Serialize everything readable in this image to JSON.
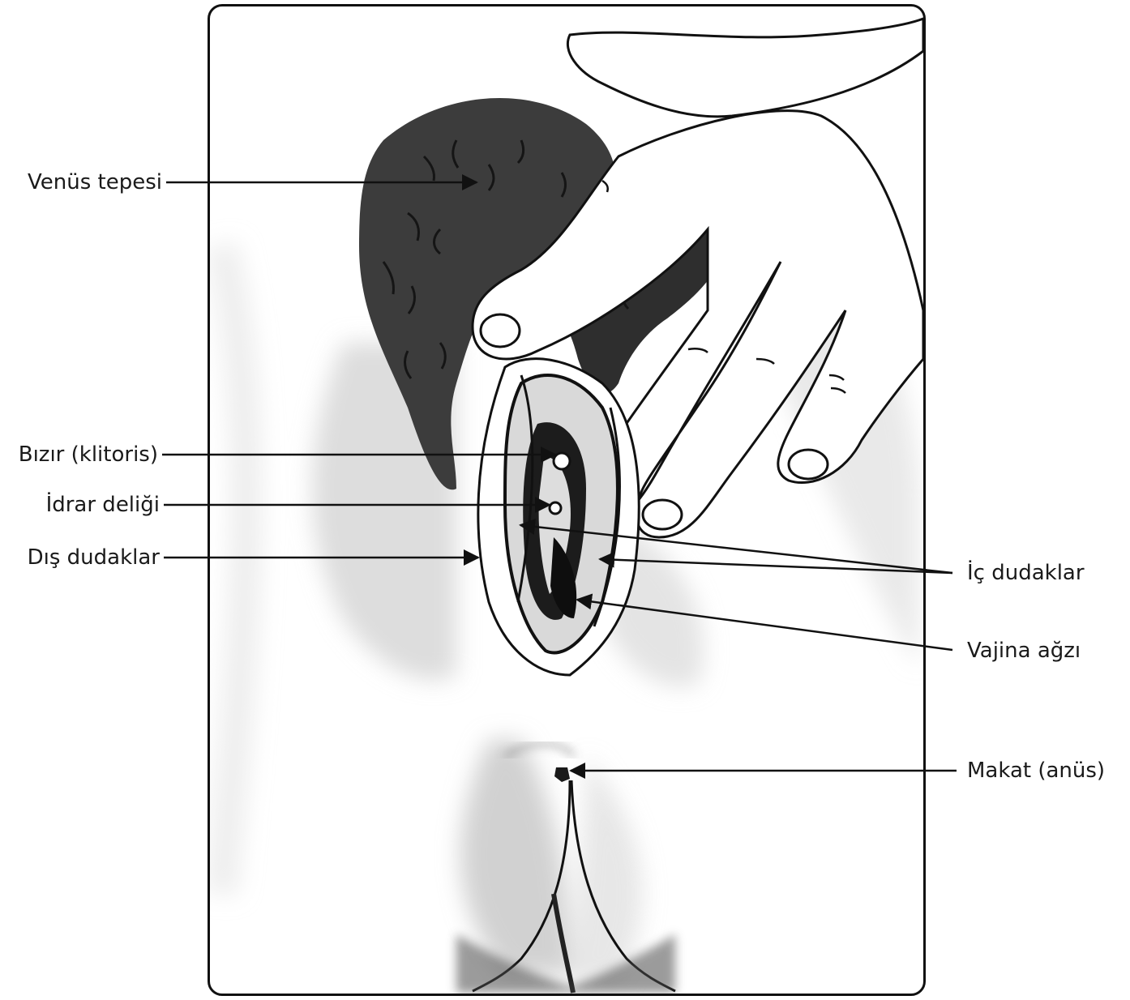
{
  "labels": {
    "venus": "Venüs tepesi",
    "clitoris": "Bızır (klitoris)",
    "urethra": "İdrar deliği",
    "outer_lips": "Dış dudaklar",
    "inner_lips": "İç dudaklar",
    "vagina": "Vajina ağzı",
    "anus": "Makat (anüs)"
  },
  "style": {
    "ink": "#111111",
    "shade_dark": "#3a3a3a",
    "shade_mid": "#8a8a8a",
    "shade_light": "#d6d6d6"
  }
}
